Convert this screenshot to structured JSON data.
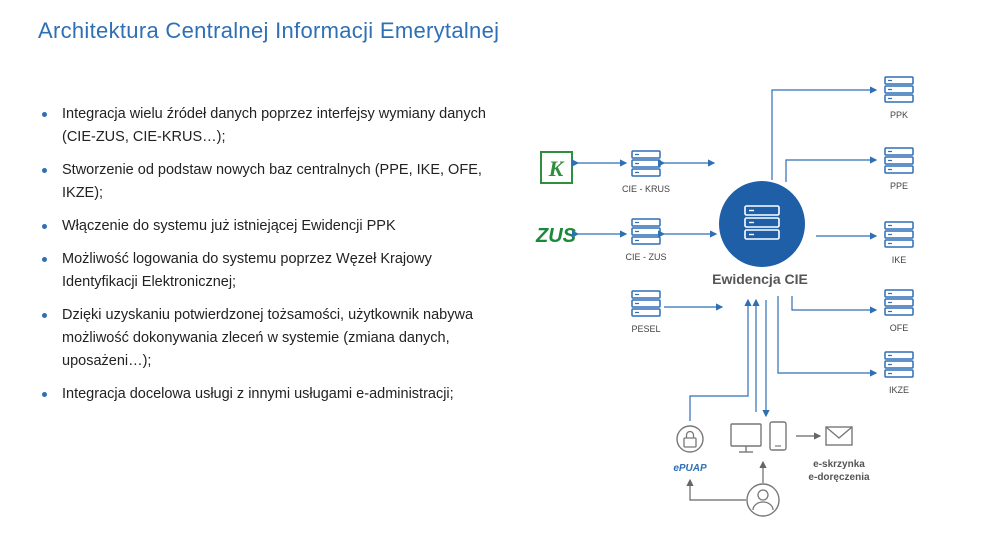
{
  "title": "Architektura Centralnej Informacji Emerytalnej",
  "bullets": [
    "Integracja wielu źródeł danych poprzez interfejsy wymiany danych (CIE-ZUS, CIE-KRUS…);",
    "Stworzenie od podstaw nowych baz centralnych (PPE, IKE, OFE, IKZE);",
    "Włączenie do systemu już istniejącej Ewidencji PPK",
    "Możliwość logowania do systemu poprzez Węzeł Krajowy Identyfikacji Elektronicznej;",
    "Dzięki uzyskaniu potwierdzonej tożsamości, użytkownik nabywa możliwość dokonywania zleceń w systemie (zmiana danych, uposażeni…);",
    "Integracja docelowa usługi z innymi usługami e-administracji;"
  ],
  "diagram": {
    "center_label": "Ewidencja CIE",
    "left_nodes": [
      "CIE - KRUS",
      "CIE - ZUS",
      "PESEL"
    ],
    "right_nodes": [
      "PPK",
      "PPE",
      "IKE",
      "OFE",
      "IKZE"
    ],
    "logos": {
      "zus": "ZUS",
      "krus": "K",
      "epuap": "ePUAP"
    },
    "bottom_label_line1": "e-skrzynka",
    "bottom_label_line2": "e-doręczenia",
    "colors": {
      "accent": "#2e6fb5",
      "center": "#1f5fa8",
      "zus": "#1a8a3a",
      "krus": "#2f8f3e",
      "icon": "#777777"
    }
  }
}
